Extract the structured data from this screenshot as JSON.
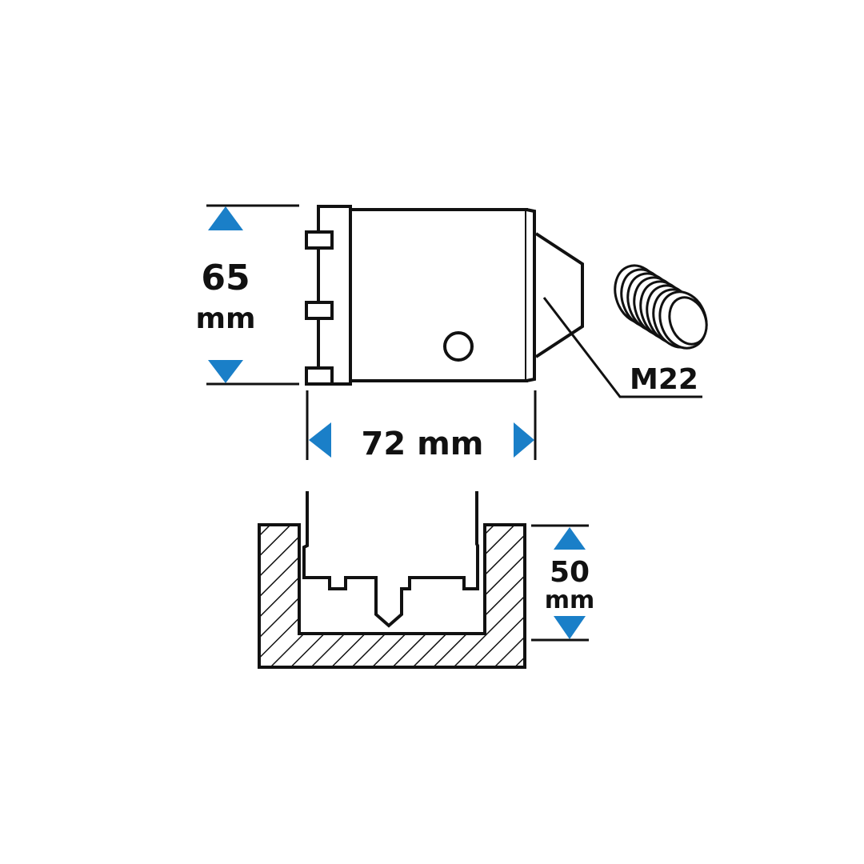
{
  "colors": {
    "stroke": "#111111",
    "accent": "#1a7fc8",
    "background": "#ffffff"
  },
  "dimensions": {
    "height": {
      "value": "65",
      "unit": "mm"
    },
    "width": {
      "value": "72 mm"
    },
    "depth": {
      "value": "50",
      "unit": "mm"
    },
    "thread": {
      "label": "M22"
    }
  }
}
